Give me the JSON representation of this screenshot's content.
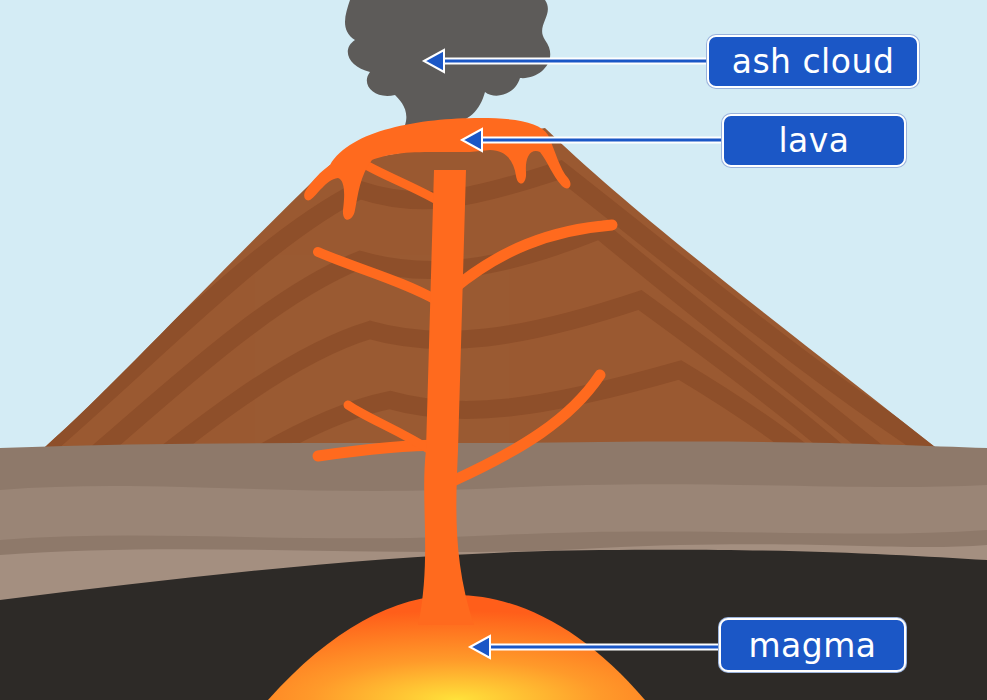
{
  "diagram": {
    "nodes": [
      {
        "text": [
          "ash cloud"
        ]
      },
      {
        "text": [
          "lava"
        ]
      },
      {
        "text": [
          "magma"
        ]
      }
    ]
  }
}
